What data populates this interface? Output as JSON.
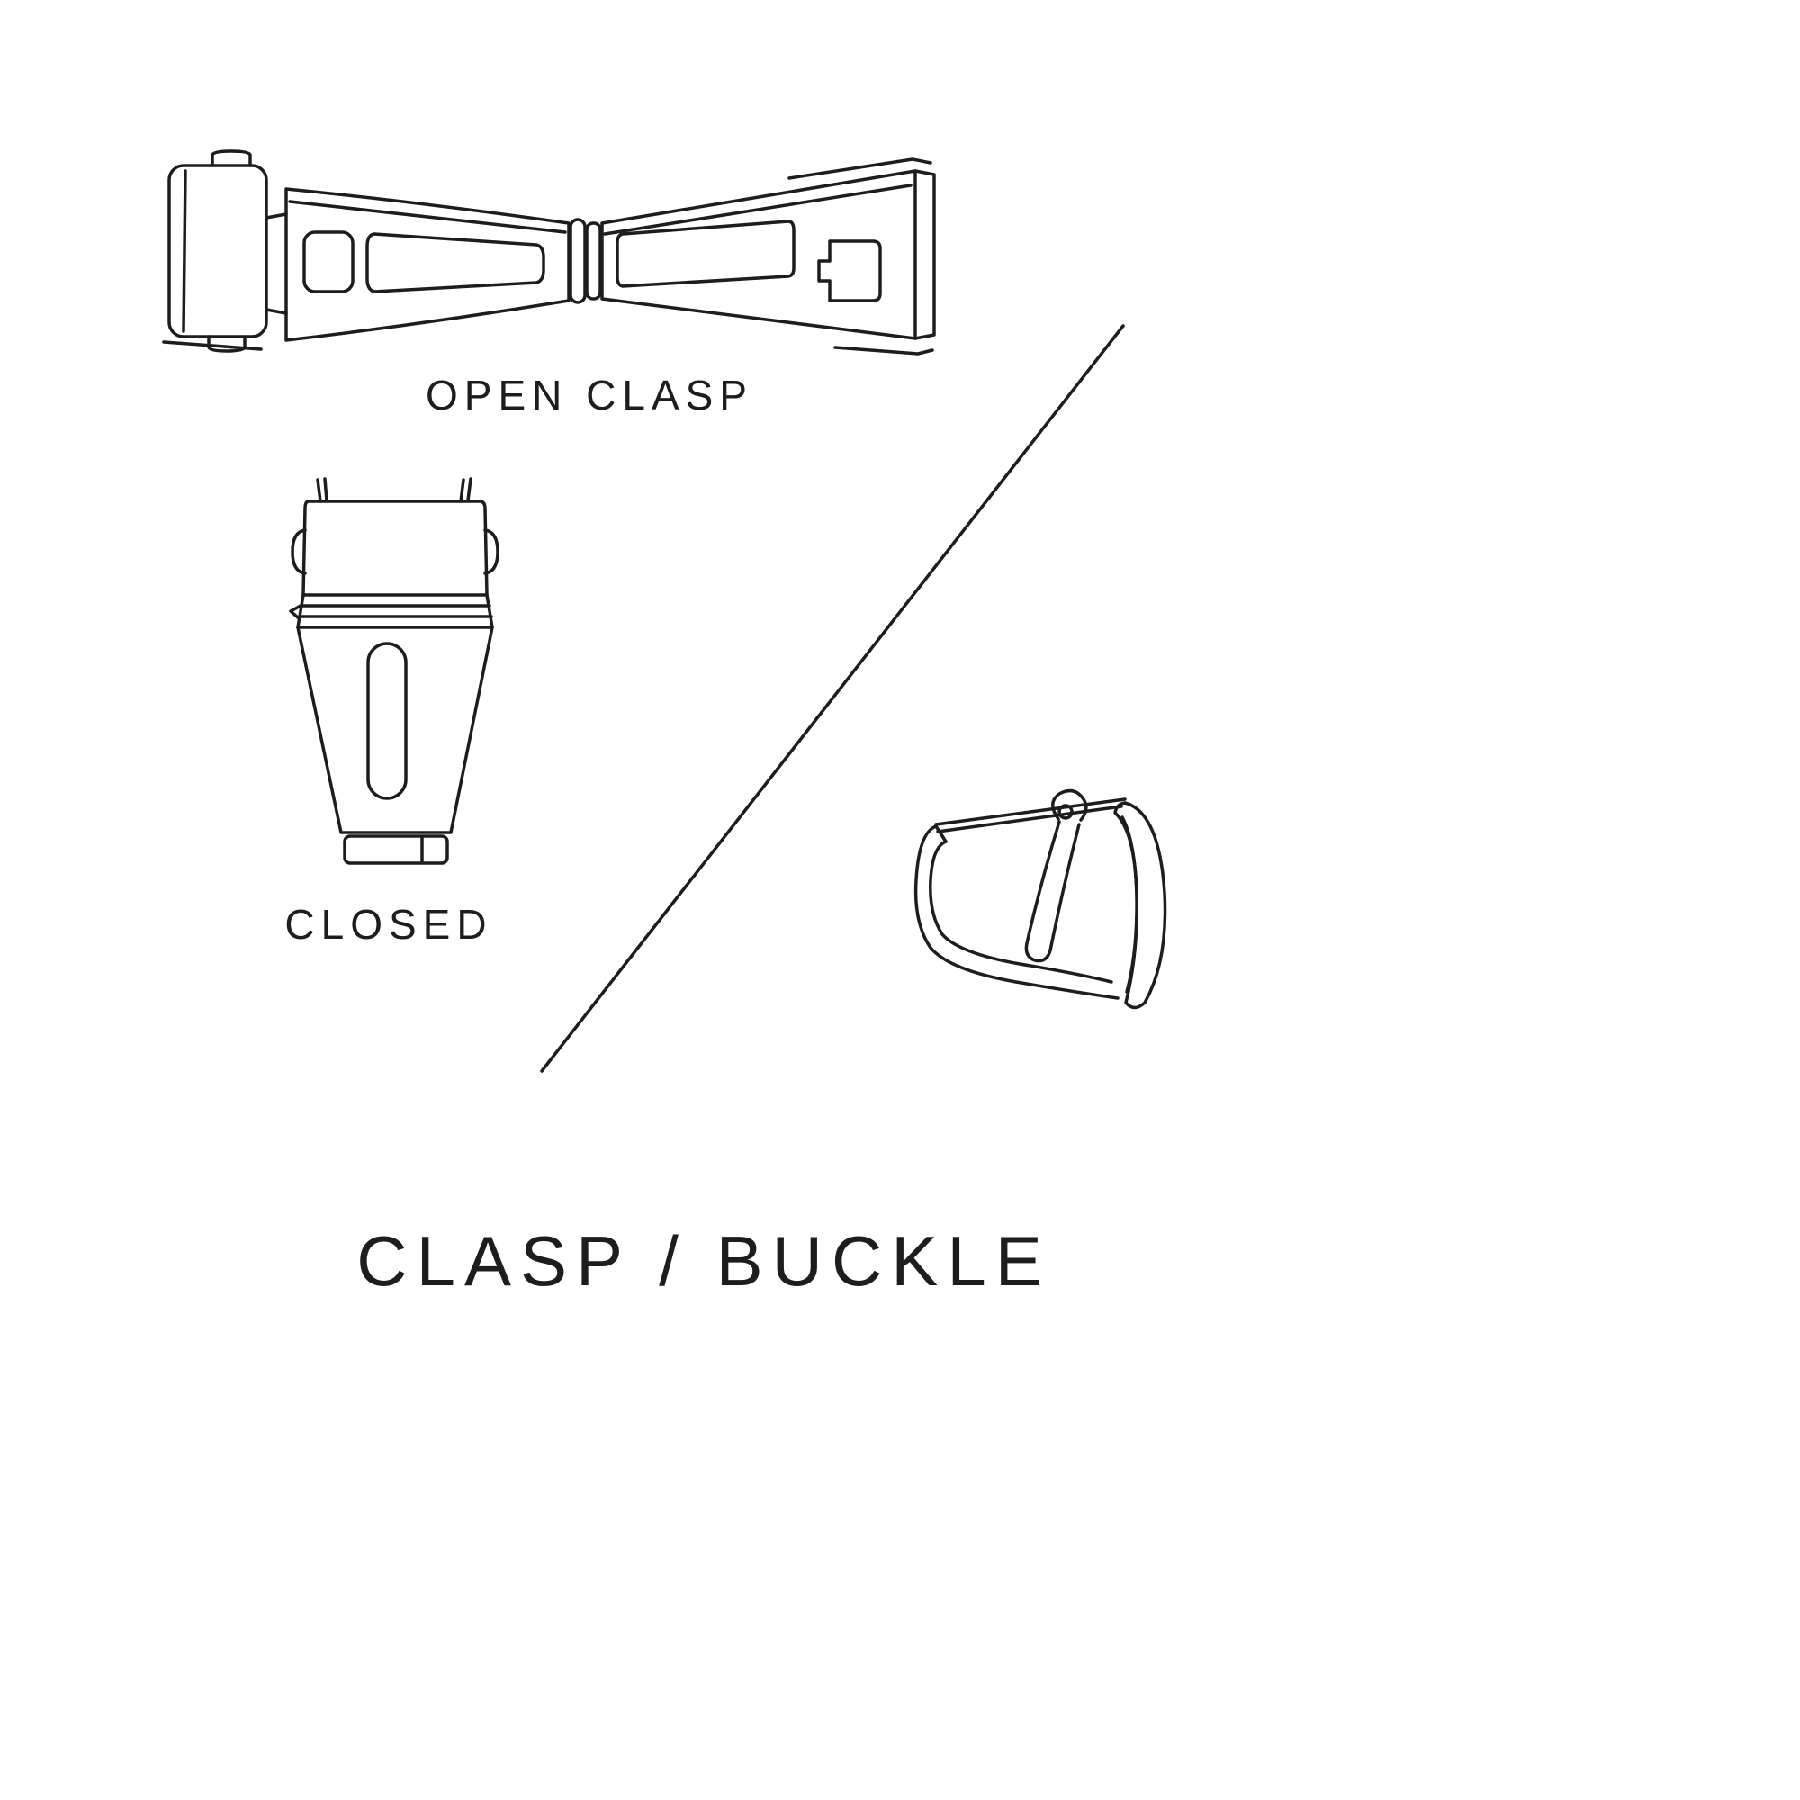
{
  "canvas": {
    "background": "#ffffff",
    "ink": "#1d1d1d"
  },
  "figures": {
    "open_clasp": {
      "label": "OPEN CLASP",
      "icon": "open-clasp-illustration"
    },
    "closed_clasp": {
      "label": "CLOSED",
      "icon": "closed-clasp-illustration"
    },
    "buckle": {
      "icon": "tang-buckle-illustration"
    },
    "divider": {
      "icon": "diagonal-divider-line"
    }
  },
  "title": {
    "text": "CLASP / BUCKLE"
  }
}
